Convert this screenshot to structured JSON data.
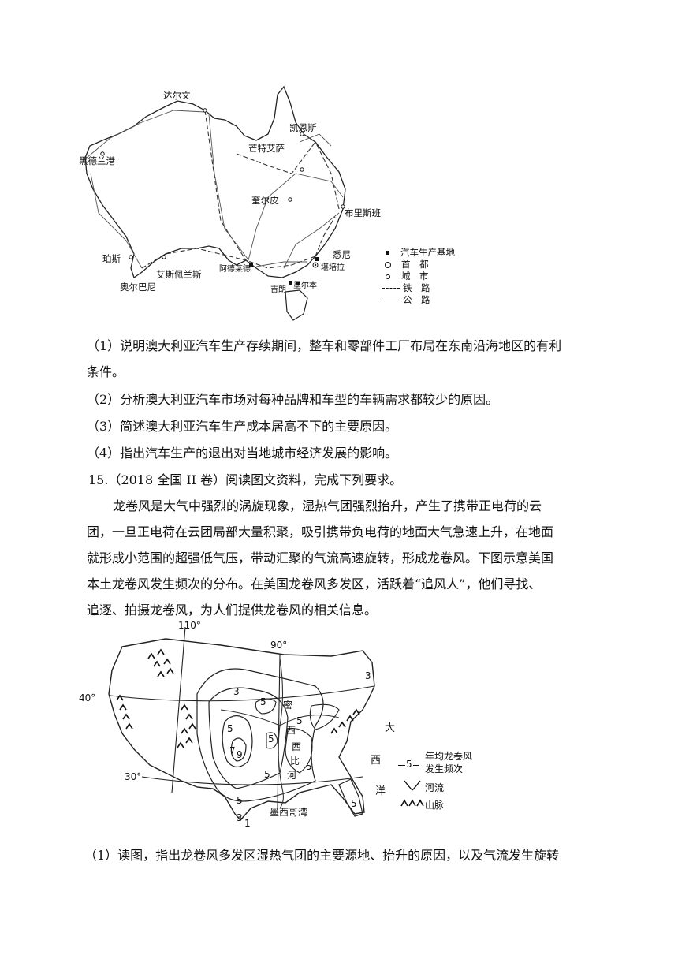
{
  "map1": {
    "cities": {
      "darwin": "达尔文",
      "cairns": "凯恩斯",
      "port_hedland": "黑德兰港",
      "mount_isa": "芒特艾萨",
      "quilpie": "奎尔皮",
      "brisbane": "布里斯班",
      "perth": "珀斯",
      "albany": "奥尔巴尼",
      "esperance": "艾斯佩兰斯",
      "adelaide": "阿德莱德",
      "sydney": "悉尼",
      "canberra": "堪培拉",
      "geelong": "吉朗",
      "melbourne": "墨尔本"
    },
    "legend": [
      {
        "symbol": "square",
        "label": "汽车生产基地"
      },
      {
        "symbol": "capital",
        "label": "首　都"
      },
      {
        "symbol": "circle",
        "label": "城　市"
      },
      {
        "symbol": "rail",
        "label": "铁　路"
      },
      {
        "symbol": "road",
        "label": "公　路"
      }
    ]
  },
  "questions_14": [
    "（1）说明澳大利亚汽车生产存续期间，整车和零部件工厂布局在东南沿海地区的有利",
    "条件。",
    "（2）分析澳大利亚汽车市场对每种品牌和车型的车辆需求都较少的原因。",
    "（3）简述澳大利亚汽车生产成本居高不下的主要原因。",
    "（4）指出汽车生产的退出对当地城市经济发展的影响。"
  ],
  "q15": {
    "header": "15.（2018 全国 II 卷）阅读图文资料，完成下列要求。",
    "passage": [
      "龙卷风是大气中强烈的涡旋现象，湿热气团强烈抬升，产生了携带正电荷的云",
      "团，一旦正电荷在云团局部大量积聚，吸引携带负电荷的地面大气急速上升，在地面",
      "就形成小范围的超强低气压，带动汇聚的气流高速旋转，形成龙卷风。下图示意美国",
      "本土龙卷风发生频次的分布。在美国龙卷风多发区，活跃着“追风人”，他们寻找、",
      "追逐、拍摄龙卷风，为人们提供龙卷风的相关信息。"
    ],
    "question_1": "（1）读图，指出龙卷风多发区湿热气团的主要源地、抬升的原因，以及气流发生旋转"
  },
  "map2": {
    "lon_110": "110°",
    "lon_90": "90°",
    "lat_40": "40°",
    "lat_30": "30°",
    "contour_labels": [
      "3",
      "5",
      "5",
      "5",
      "5",
      "7",
      "9",
      "5",
      "5",
      "5",
      "5",
      "3",
      "1",
      "3"
    ],
    "river_chars": [
      "密",
      "西",
      "西",
      "比",
      "河"
    ],
    "ocean_chars": [
      "大",
      "西",
      "洋"
    ],
    "gulf": "墨西哥湾",
    "legend": {
      "contour_value": "5",
      "contour_line1": "年均龙卷风",
      "contour_line2": "发生频次",
      "river": "河流",
      "mountain": "山脉"
    }
  }
}
